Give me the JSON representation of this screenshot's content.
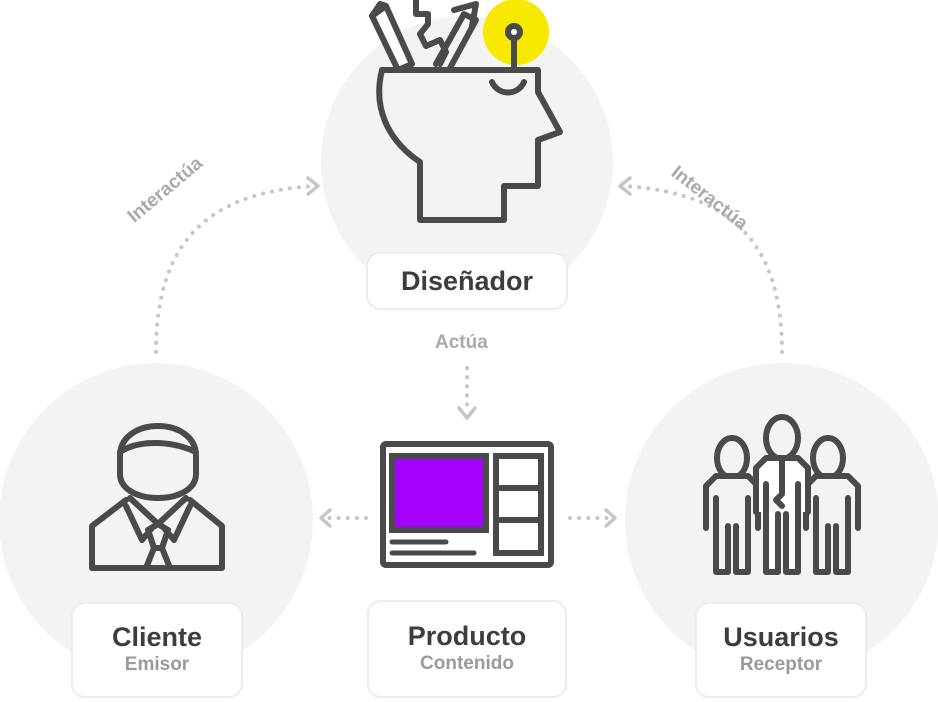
{
  "nodes": {
    "designer": {
      "title": "Diseñador"
    },
    "client": {
      "title": "Cliente",
      "subtitle": "Emisor"
    },
    "product": {
      "title": "Producto",
      "subtitle": "Contenido"
    },
    "users": {
      "title": "Usuarios",
      "subtitle": "Receptor"
    }
  },
  "edges": {
    "client_to_designer": "Interactúa",
    "users_to_designer": "Interactúa",
    "designer_to_product": "Actúa"
  },
  "colors": {
    "circle": "#f3f3f3",
    "line_art": "#4a4a4a",
    "arrow": "#c6c6c6",
    "idea_bulb": "#f7ea00",
    "product_screen": "#a400ff"
  },
  "icons": [
    "designer-head-icon",
    "client-person-icon",
    "product-screen-icon",
    "users-group-icon"
  ]
}
